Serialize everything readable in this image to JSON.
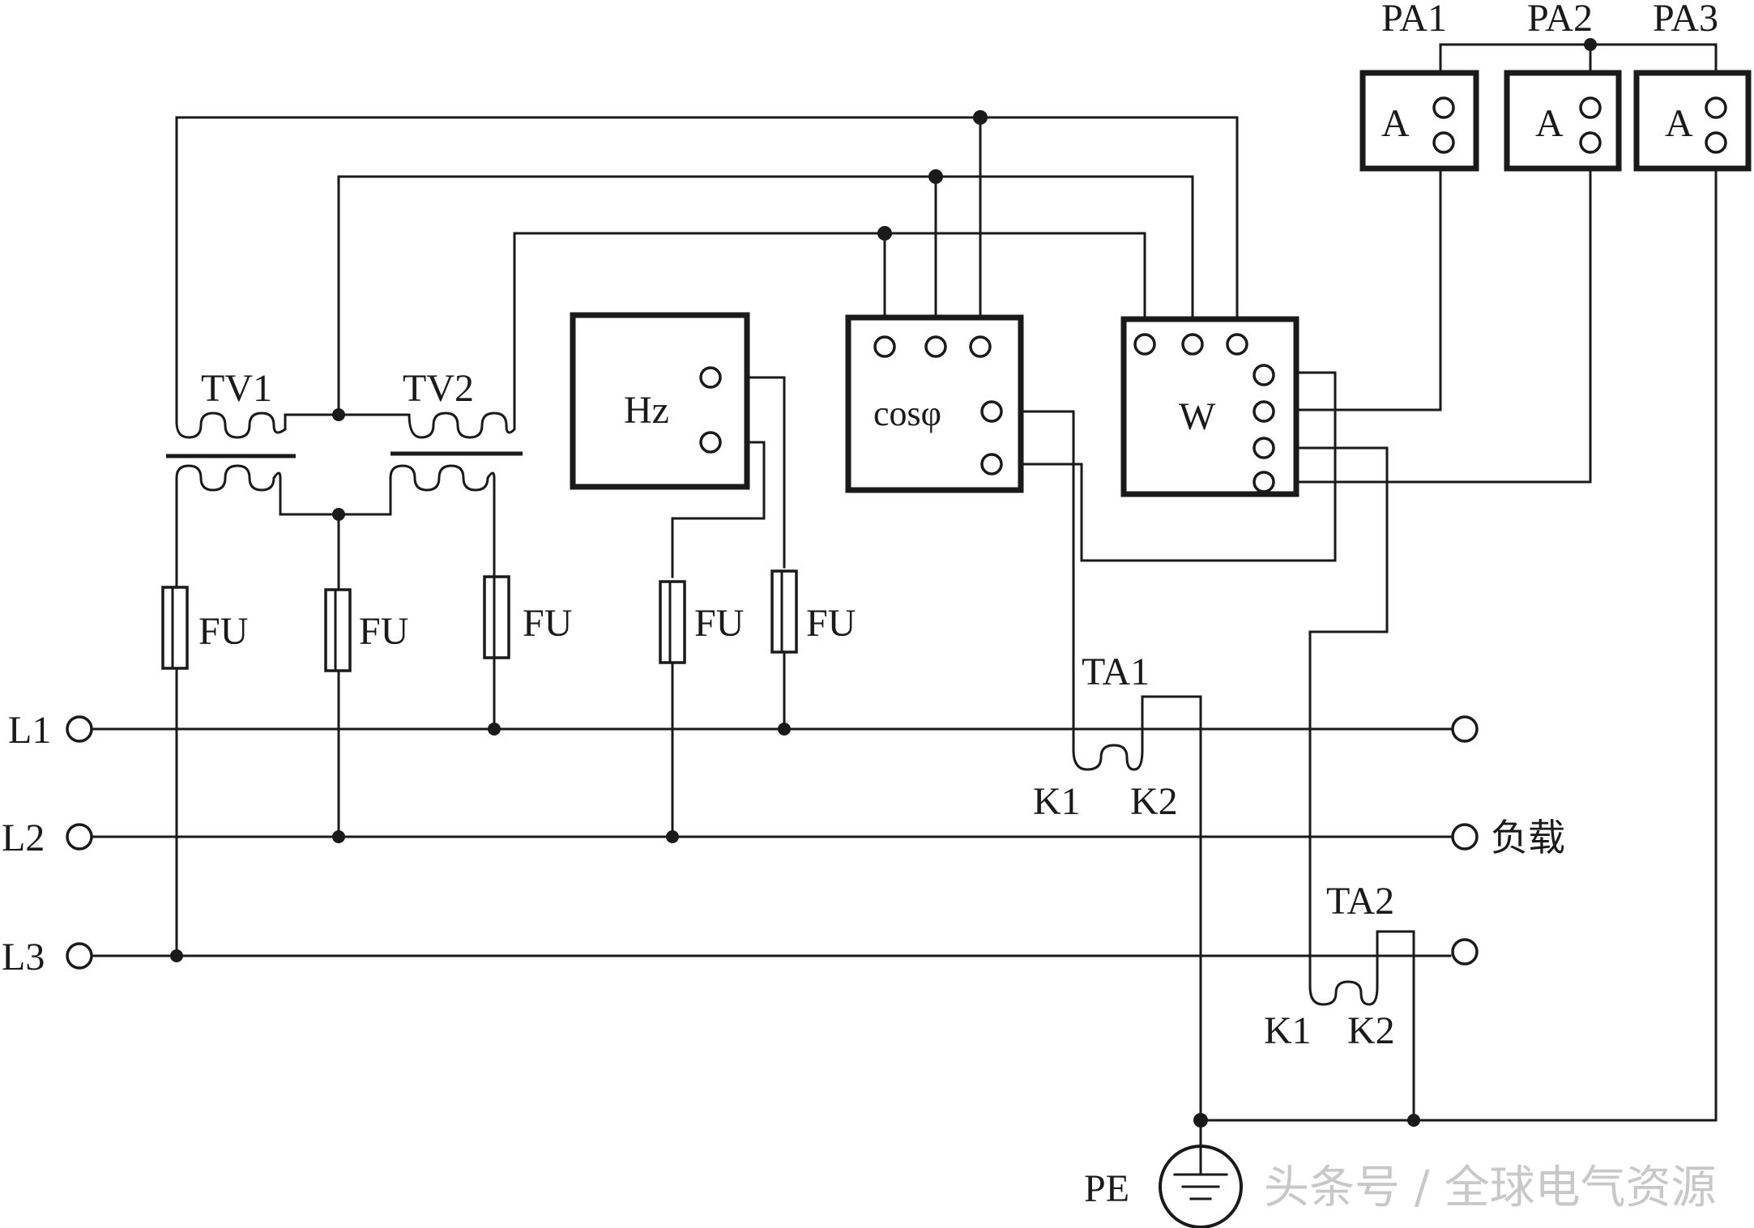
{
  "meters": {
    "hz": "Hz",
    "cosphi": "cosφ",
    "watt": "W",
    "ammeter": "A"
  },
  "ammeter_tags": [
    "PA1",
    "PA2",
    "PA3"
  ],
  "transformer_tags": [
    "TV1",
    "TV2"
  ],
  "fuse_label": "FU",
  "lines": [
    "L1",
    "L2",
    "L3"
  ],
  "load_label": "负载",
  "ct": {
    "ta1": "TA1",
    "ta2": "TA2",
    "k1": "K1",
    "k2": "K2"
  },
  "ground_label": "PE",
  "watermark": "头条号 / 全球电气资源"
}
